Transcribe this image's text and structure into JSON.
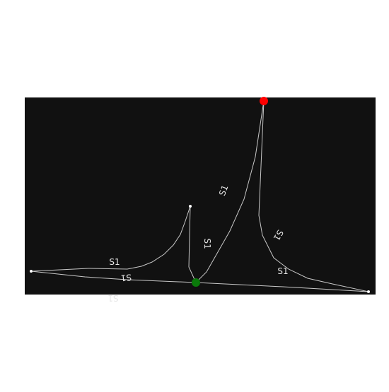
{
  "map": {
    "colors": {
      "background": "#ffffff",
      "panel": "#111111",
      "edge": "#c8c8c8",
      "label": "#e6e6e6",
      "node": "#ffffff",
      "start_marker": "#ff0000",
      "end_marker": "#0a7a0a"
    },
    "route_label": "S1",
    "markers": {
      "start": {
        "color_name": "red",
        "shape": "circle"
      },
      "end": {
        "color_name": "green",
        "shape": "circle"
      }
    },
    "label_count": 7
  }
}
